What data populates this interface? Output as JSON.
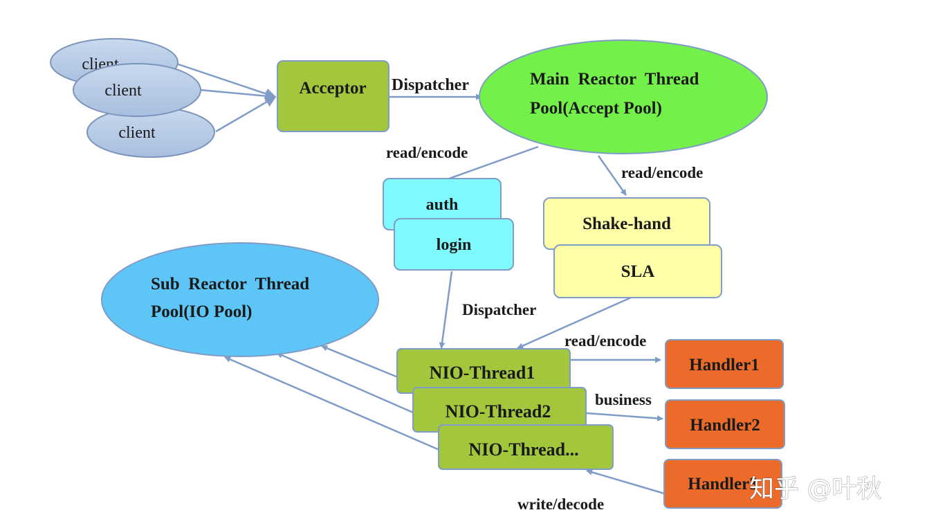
{
  "diagram": {
    "clients": [
      "client",
      "client",
      "client"
    ],
    "acceptor": "Acceptor",
    "main_reactor": {
      "line1": "Main  Reactor  Thread",
      "line2": "Pool(Accept Pool)"
    },
    "sub_reactor": {
      "line1": "Sub  Reactor  Thread",
      "line2": "Pool(IO Pool)"
    },
    "auth": "auth",
    "login": "login",
    "shake_hand": "Shake-hand",
    "sla": "SLA",
    "nio_threads": [
      "NIO-Thread1",
      "NIO-Thread2",
      "NIO-Thread..."
    ],
    "handlers": [
      "Handler1",
      "Handler2",
      "Handler3"
    ],
    "edge_labels": {
      "dispatcher_top": "Dispatcher",
      "read_encode_left": "read/encode",
      "read_encode_right": "read/encode",
      "dispatcher_mid": "Dispatcher",
      "read_encode_handler": "read/encode",
      "business": "business",
      "write_decode": "write/decode"
    }
  },
  "watermark": "知乎 @叶秋",
  "colors": {
    "client_fill": "#b8cde6",
    "client_stroke": "#7b95bd",
    "acceptor_fill": "#a2c63c",
    "main_reactor_fill": "#74f04b",
    "sub_reactor_fill": "#5ec6f7",
    "auth_fill": "#7ef9fd",
    "shake_fill": "#ffffa8",
    "nio_fill": "#a2c63c",
    "handler_fill": "#ec6b2a",
    "edge": "#7f9cc7"
  }
}
